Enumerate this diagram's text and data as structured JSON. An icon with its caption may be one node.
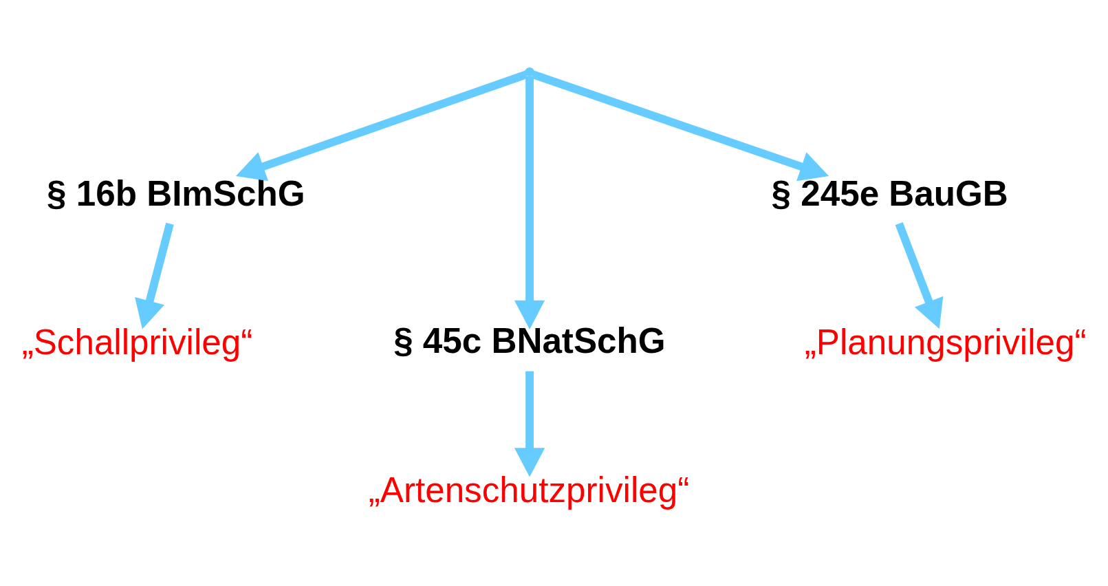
{
  "diagram": {
    "nodes": [
      {
        "text": [],
        "shape": "point"
      },
      {
        "text": [
          "§ 16b BImSchG"
        ]
      },
      {
        "text": [
          "„Schallprivileg“"
        ]
      },
      {
        "text": [
          "§ 45c BNatSchG"
        ]
      },
      {
        "text": [
          "„Artenschutzprivileg“"
        ]
      },
      {
        "text": [
          "§ 245e BauGB"
        ]
      },
      {
        "text": [
          "„Planungsprivileg“"
        ]
      }
    ],
    "edges": [
      {
        "from": 0,
        "to": 1,
        "arrow": "to"
      },
      {
        "from": 0,
        "to": 3,
        "arrow": "to"
      },
      {
        "from": 0,
        "to": 5,
        "arrow": "to"
      },
      {
        "from": 1,
        "to": 2,
        "arrow": "to"
      },
      {
        "from": 3,
        "to": 4,
        "arrow": "to"
      },
      {
        "from": 5,
        "to": 6,
        "arrow": "to"
      }
    ]
  }
}
